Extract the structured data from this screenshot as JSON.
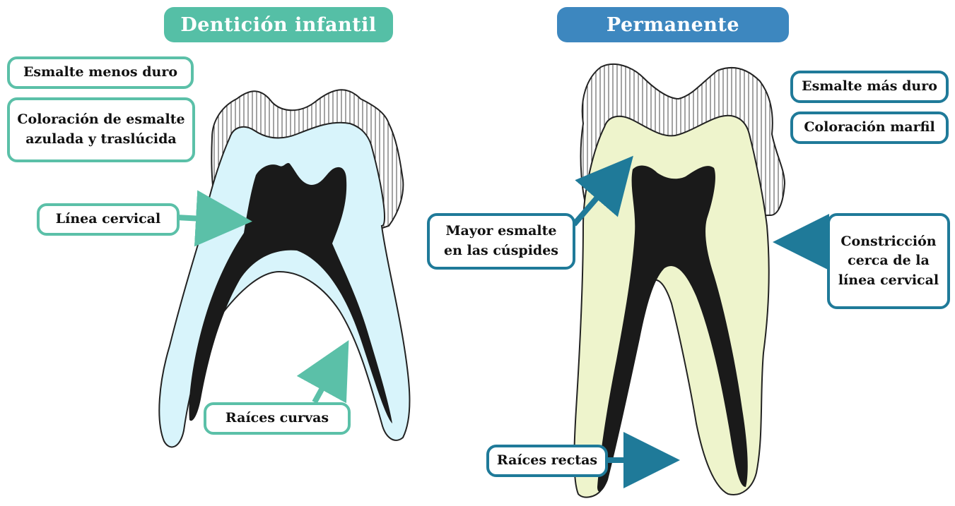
{
  "headers": {
    "primary": "Dentición infantil",
    "permanent": "Permanente"
  },
  "primary_labels": {
    "enamel_hardness": "Esmalte menos duro",
    "enamel_color_line1": "Coloración de esmalte",
    "enamel_color_line2": "azulada y traslúcida",
    "cervical_line": "Línea cervical",
    "roots": "Raíces curvas"
  },
  "permanent_labels": {
    "enamel_hardness": "Esmalte más duro",
    "color": "Coloración marfil",
    "cusps_line1": "Mayor esmalte",
    "cusps_line2": "en las cúspides",
    "constriction_line1": "Constricción",
    "constriction_line2": "cerca de la",
    "constriction_line3": "línea cervical",
    "roots": "Raíces rectas"
  },
  "colors": {
    "primary_accent": "#5bc0a8",
    "permanent_accent": "#1f7a99",
    "primary_dentin": "#d8f4fb",
    "permanent_dentin": "#eef4cc",
    "pulp": "#1a1a1a"
  }
}
